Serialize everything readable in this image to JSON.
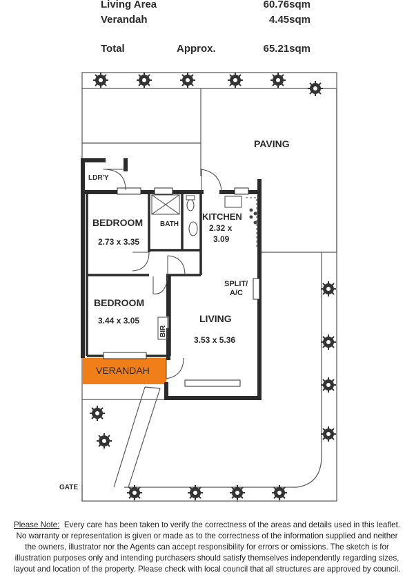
{
  "areas": {
    "living_area": {
      "label": "Living Area",
      "value": "60.76sqm"
    },
    "verandah": {
      "label": "Verandah",
      "value": "4.45sqm"
    },
    "total": {
      "label": "Total",
      "qualifier": "Approx.",
      "value": "65.21sqm"
    }
  },
  "rooms": {
    "paving": "PAVING",
    "laundry": "LDR'Y",
    "bedroom1": {
      "name": "BEDROOM",
      "size": "2.73 x 3.35"
    },
    "bath": "BATH",
    "kitchen": {
      "name": "KITCHEN",
      "size_line1": "2.32 x",
      "size_line2": "3.09"
    },
    "split_ac": {
      "line1": "SPLIT/",
      "line2": "A/C"
    },
    "bedroom2": {
      "name": "BEDROOM",
      "size": "3.44 x 3.05"
    },
    "bir": "BIR",
    "living": {
      "name": "LIVING",
      "size": "3.53 x 5.36"
    },
    "verandah": "VERANDAH",
    "gate": "GATE"
  },
  "colors": {
    "verandah": "#f07f1a",
    "wall": "#2b2b2b",
    "line": "#555555"
  },
  "note": {
    "heading": "Please Note:",
    "line1": "Every care has been taken to verify the correctness of the areas and details used in this leaflet.",
    "line2": "No warranty or representation is given or made as to the correctness of the information supplied and neither",
    "line3": "the owners, illustrator nor the Agents can accept responsibility for errors or omissions. The sketch is for",
    "line4": "illustration purposes only and intending purchasers should satisfy themselves independently regarding sizes,",
    "line5": "layout and location of the property. Please check with local council that all structures are approved by council."
  }
}
